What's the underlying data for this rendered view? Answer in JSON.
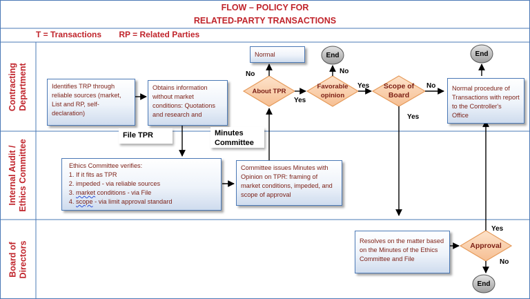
{
  "title": {
    "line1": "FLOW – POLICY FOR",
    "line2": "RELATED-PARTY TRANSACTIONS"
  },
  "legend": {
    "t": "T = Transactions",
    "rp": "RP = Related Parties"
  },
  "lanes": {
    "contracting_line1": "Contracting",
    "contracting_line2": "Department",
    "audit_line1": "Internal Audit /",
    "audit_line2": "Ethics Committee",
    "board_line1": "Board of",
    "board_line2": "Directors"
  },
  "boxes": {
    "identifies": "Identifies TRP through reliable sources (market, List and RP, self-declaration)",
    "obtains": "Obtains information without market conditions: Quotations and research and",
    "normal": "Normal",
    "normal_procedure": "Normal procedure of Transactions with report to the Controller's Office",
    "ethics_intro": "Ethics Committee verifies:",
    "ethics_item1": "If it fits as TPR",
    "ethics_item2": "impeded - via reliable sources",
    "ethics_item3_word": "market",
    "ethics_item3_rest": " conditions - via File",
    "ethics_item4_word": "scope",
    "ethics_item4_rest": " - via limit approval standard",
    "minutes_issue": "Committee issues Minutes with Opinion on TPR: framing of market conditions, impeded, and scope of approval",
    "resolves": "Resolves on the matter based on the Minutes of the Ethics Committee and File"
  },
  "tags": {
    "file_tpr": "File TPR",
    "minutes_line1": "Minutes",
    "minutes_line2": "Committee"
  },
  "decisions": {
    "about_tpr": "About TPR",
    "favorable_line1": "Favorable",
    "favorable_line2": "opinion",
    "scope_line1": "Scope of",
    "scope_line2": "Board",
    "approval": "Approval"
  },
  "terminals": {
    "end1": "End",
    "end2": "End",
    "end3": "End"
  },
  "labels": {
    "no_about": "No",
    "yes_about": "Yes",
    "no_favorable": "No",
    "yes_favorable": "Yes",
    "no_scope": "No",
    "yes_scope": "Yes",
    "yes_approval": "Yes",
    "no_approval": "No"
  },
  "colors": {
    "title": "#c0242b",
    "box_border": "#4a78b5",
    "box_text": "#7b1e14",
    "diamond_fill": "#fbd5b5",
    "diamond_border": "#e69b5b",
    "end_fill": "#c8c8c8",
    "lane_border": "#4a78b5"
  }
}
